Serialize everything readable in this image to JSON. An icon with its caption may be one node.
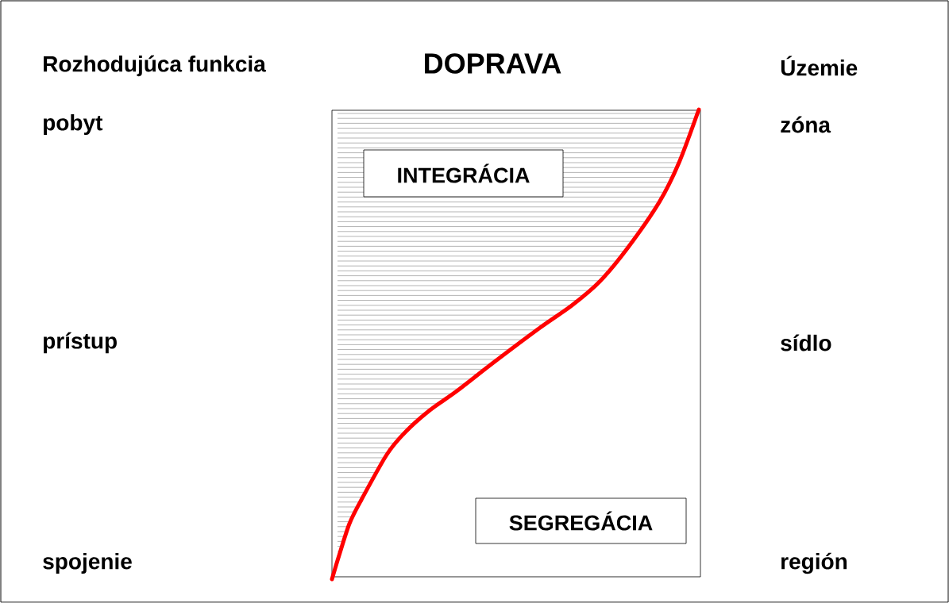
{
  "diagram": {
    "title": "DOPRAVA",
    "nodes": [
      {
        "text": [],
        "shape": "box"
      },
      {
        "text": [
          "INTEGRÁCIA"
        ],
        "in": 0
      },
      {
        "text": [
          "SEGREGÁCIA"
        ],
        "in": 0
      }
    ],
    "labels": [
      "Rozhodujúca funkcia",
      "Územie",
      "pobyt",
      "zóna",
      "prístup",
      "sídlo",
      "spojenie",
      "región"
    ]
  }
}
